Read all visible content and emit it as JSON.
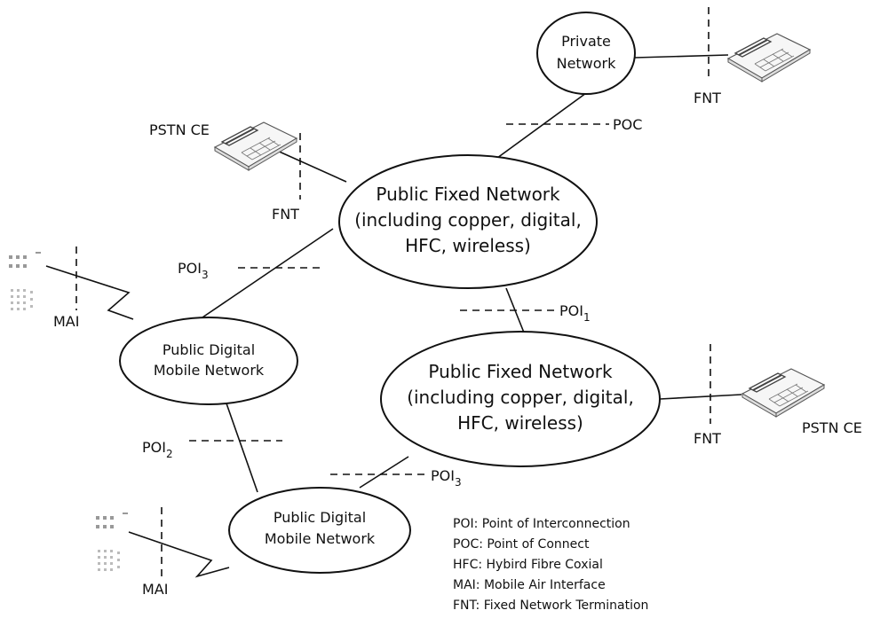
{
  "nodes": {
    "private": {
      "lines": [
        "Private",
        "Network"
      ]
    },
    "fixed_top": {
      "lines": [
        "Public Fixed Network",
        "(including copper, digital,",
        "HFC, wireless)"
      ]
    },
    "fixed_bottom": {
      "lines": [
        "Public Fixed Network",
        "(including copper, digital,",
        "HFC, wireless)"
      ]
    },
    "mobile_top": {
      "lines": [
        "Public Digital",
        "Mobile Network"
      ]
    },
    "mobile_bottom": {
      "lines": [
        "Public Digital",
        "Mobile Network"
      ]
    }
  },
  "labels": {
    "poc": "POC",
    "fnt": "FNT",
    "pstn_ce": "PSTN CE",
    "mai": "MAI",
    "poi": "POI",
    "poi_sub_1": "1",
    "poi_sub_2": "2",
    "poi_sub_3": "3"
  },
  "legend": [
    "POI: Point of Interconnection",
    "POC: Point of Connect",
    "HFC: Hybird Fibre Coxial",
    "MAI: Mobile Air Interface",
    "FNT: Fixed Network Termination"
  ],
  "icons": [
    "telephone-icon",
    "mobile-handset-icon"
  ]
}
